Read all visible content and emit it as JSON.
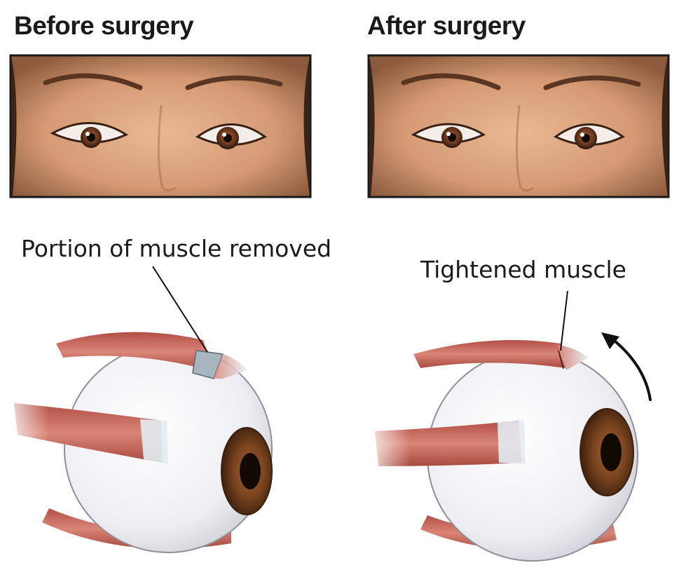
{
  "panels": {
    "before": {
      "title": "Before surgery"
    },
    "after": {
      "title": "After surgery"
    }
  },
  "callouts": {
    "removed": "Portion of muscle removed",
    "tightened": "Tightened muscle"
  },
  "colors": {
    "skin": "#d9a27e",
    "iris": "#6b3a1f",
    "muscle": "#c9665a",
    "sclera": "#f2f2f4",
    "removed_patch": "#a7b5bf"
  }
}
